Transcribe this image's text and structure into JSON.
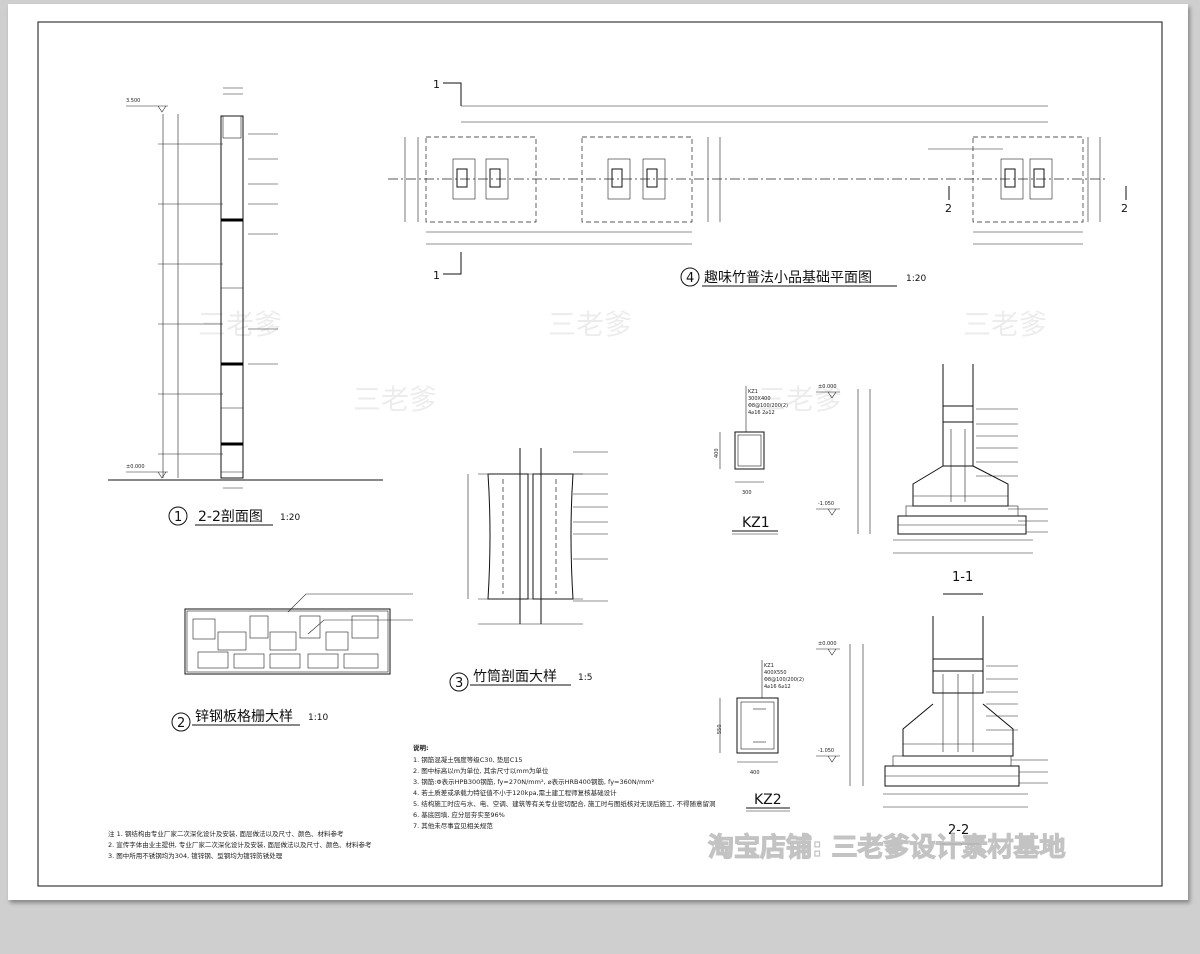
{
  "views": {
    "section22": {
      "num": "1",
      "title": "2-2剖面图",
      "scale": "1:20",
      "elev_top": "3.500",
      "elev_base": "±0.000"
    },
    "grille": {
      "num": "2",
      "title": "锌钢板格栅大样",
      "scale": "1:10"
    },
    "bamboo": {
      "num": "3",
      "title": "竹筒剖面大样",
      "scale": "1:5"
    },
    "plan": {
      "num": "4",
      "title": "趣味竹普法小品基础平面图",
      "scale": "1:20",
      "cut_1": "1",
      "cut_2": "2"
    },
    "kz1": {
      "label": "KZ1",
      "spec": [
        "KZ1",
        "300X400",
        "Φ8@100/200(2)",
        "4⌀16 2⌀12"
      ],
      "dim_w": "300",
      "dim_h": "400"
    },
    "kz2": {
      "label": "KZ2",
      "spec": [
        "KZ1",
        "400X550",
        "Φ8@100/200(2)",
        "4⌀16 6⌀12"
      ],
      "dim_w": "400",
      "dim_h": "550"
    },
    "sec11": {
      "label": "1-1",
      "elev_top": "±0.000",
      "elev_base": "-1.050"
    },
    "sec22b": {
      "label": "2-2",
      "elev_top": "±0.000",
      "elev_base": "-1.050"
    }
  },
  "notes": {
    "heading": "说明:",
    "lines": [
      "1. 钢筋混凝土强度等级C30, 垫层C15",
      "2. 图中标高以m为单位, 其余尺寸以mm为单位",
      "3. 钢筋:Φ表示HPB300钢筋, fy=270N/mm², ⌀表示HRB400钢筋, fy=360N/mm²",
      "4. 若土质差或承载力特征值不小于120kpa,需土建工程师复核基础设计",
      "5. 结构施工时应与水、电、空调、建筑等有关专业密切配合, 施工时与图纸核对无误后施工, 不得随意留洞",
      "6. 基底回填, 应分层夯实至96%",
      "7. 其他未尽事宜见相关规范"
    ],
    "left_lines": [
      "注  1. 钢结构由专业厂家二次深化设计及安装, 面层做法以及尺寸、颜色、材料参考",
      "    2. 宣传字体由业主提供, 专业厂家二次深化设计及安装, 面层做法以及尺寸、颜色、材料参考",
      "    3. 图中所用不锈钢均为304, 镀锌钢、型钢均为镀锌防锈处理"
    ]
  },
  "watermarks": {
    "brand": "三老爹",
    "shop": "淘宝店铺: 三老爹设计素材基地"
  }
}
